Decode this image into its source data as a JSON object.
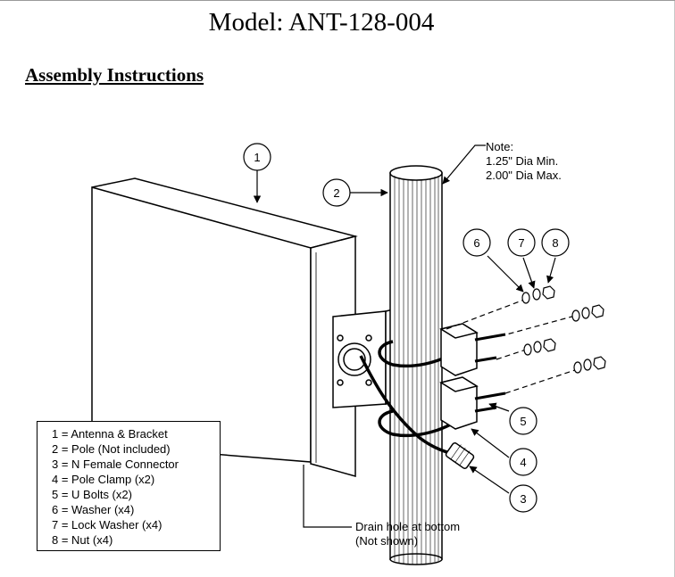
{
  "title": "Model: ANT-128-004",
  "heading": "Assembly Instructions",
  "note": {
    "line1": "Note:",
    "line2": "1.25\" Dia Min.",
    "line3": "2.00\" Dia Max."
  },
  "drain": {
    "line1": "Drain hole at bottom",
    "line2": "(Not shown)"
  },
  "callouts": [
    "1",
    "2",
    "3",
    "4",
    "5",
    "6",
    "7",
    "8"
  ],
  "legend": [
    "1 = Antenna & Bracket",
    "2 = Pole (Not included)",
    "3 = N Female Connector",
    "4 = Pole Clamp (x2)",
    "5 = U Bolts (x2)",
    "6 = Washer (x4)",
    "7 = Lock Washer (x4)",
    "8 = Nut (x4)"
  ]
}
